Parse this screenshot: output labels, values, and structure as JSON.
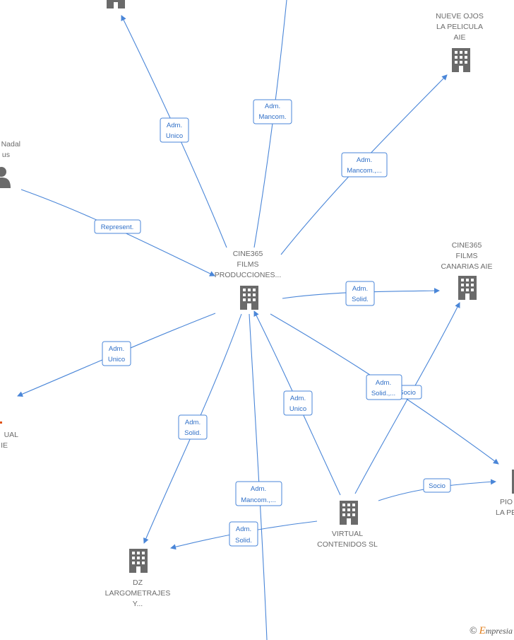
{
  "nodes": [
    {
      "id": "central",
      "lines": [
        "CINE365",
        "FILMS",
        "PRODUCCIONES..."
      ],
      "type": "company"
    },
    {
      "id": "nueve_ojos",
      "lines": [
        "NUEVE OJOS",
        "LA PELICULA",
        "AIE"
      ],
      "type": "company"
    },
    {
      "id": "canarias",
      "lines": [
        "CINE365",
        "FILMS",
        "CANARIAS  AIE"
      ],
      "type": "company"
    },
    {
      "id": "virtual",
      "lines": [
        "VIRTUAL",
        "CONTENIDOS SL"
      ],
      "type": "company"
    },
    {
      "id": "dz",
      "lines": [
        "DZ",
        "LARGOMETRAJES",
        "Y..."
      ],
      "type": "company"
    },
    {
      "id": "person",
      "lines": [
        "Nadal",
        "us"
      ],
      "type": "person"
    },
    {
      "id": "left_aie",
      "lines": [
        "UAL",
        "IE"
      ],
      "type": "company"
    },
    {
      "id": "right_pio",
      "lines": [
        "PIO",
        "LA PE"
      ],
      "type": "company"
    },
    {
      "id": "top_left",
      "lines": [],
      "type": "company"
    }
  ],
  "edge_labels": [
    {
      "id": "adm_unico_top",
      "lines": [
        "Adm.",
        "Unico"
      ]
    },
    {
      "id": "adm_mancom_top",
      "lines": [
        "Adm.",
        "Mancom."
      ]
    },
    {
      "id": "adm_mancom_nueve",
      "lines": [
        "Adm.",
        "Mancom.,..."
      ]
    },
    {
      "id": "represent",
      "lines": [
        "Represent."
      ]
    },
    {
      "id": "adm_solid_canarias",
      "lines": [
        "Adm.",
        "Solid."
      ]
    },
    {
      "id": "adm_unico_left",
      "lines": [
        "Adm.",
        "Unico"
      ]
    },
    {
      "id": "socio_mid",
      "lines": [
        "Socio"
      ]
    },
    {
      "id": "adm_solid_mid",
      "lines": [
        "Adm.",
        "Solid.,..."
      ]
    },
    {
      "id": "adm_unico_virtual",
      "lines": [
        "Adm.",
        "Unico"
      ]
    },
    {
      "id": "adm_solid_dz",
      "lines": [
        "Adm.",
        "Solid."
      ]
    },
    {
      "id": "adm_mancom_bottom",
      "lines": [
        "Adm.",
        "Mancom.,..."
      ]
    },
    {
      "id": "adm_solid_virtual_dz",
      "lines": [
        "Adm.",
        "Solid."
      ]
    },
    {
      "id": "socio_right",
      "lines": [
        "Socio"
      ]
    }
  ],
  "brand": {
    "copyright": "©",
    "name": "mpresia",
    "initial": "E"
  },
  "colors": {
    "edge": "#4a86d8",
    "node": "#6a6a6a",
    "label": "#6b6b6b"
  }
}
